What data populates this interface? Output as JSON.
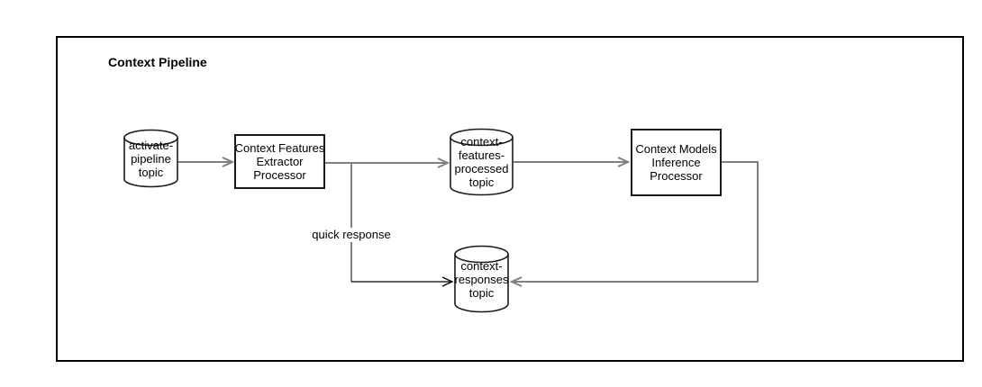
{
  "diagram": {
    "title": "Context Pipeline",
    "nodes": [
      {
        "id": "activate-pipeline-topic",
        "shape": "cylinder",
        "lines": [
          "activate-",
          "pipeline",
          "topic"
        ]
      },
      {
        "id": "context-features-extractor-processor",
        "shape": "rectangle",
        "lines": [
          "Context Features",
          "Extractor",
          "Processor"
        ]
      },
      {
        "id": "context-features-processed-topic",
        "shape": "cylinder",
        "lines": [
          "context-",
          "features-",
          "processed",
          "topic"
        ]
      },
      {
        "id": "context-models-inference-processor",
        "shape": "rectangle",
        "lines": [
          "Context Models",
          "Inference",
          "Processor"
        ]
      },
      {
        "id": "context-responses-topic",
        "shape": "cylinder",
        "lines": [
          "context-",
          "responses",
          "topic"
        ]
      }
    ],
    "edge_labels": [
      {
        "id": "quick-response",
        "text": "quick response"
      }
    ],
    "colors": {
      "connector_gray": "#808080",
      "connector_black": "#000000",
      "shape_border": "#1a1a1a",
      "shape_fill": "#ffffff",
      "background": "#ffffff",
      "text": "#000000"
    }
  }
}
